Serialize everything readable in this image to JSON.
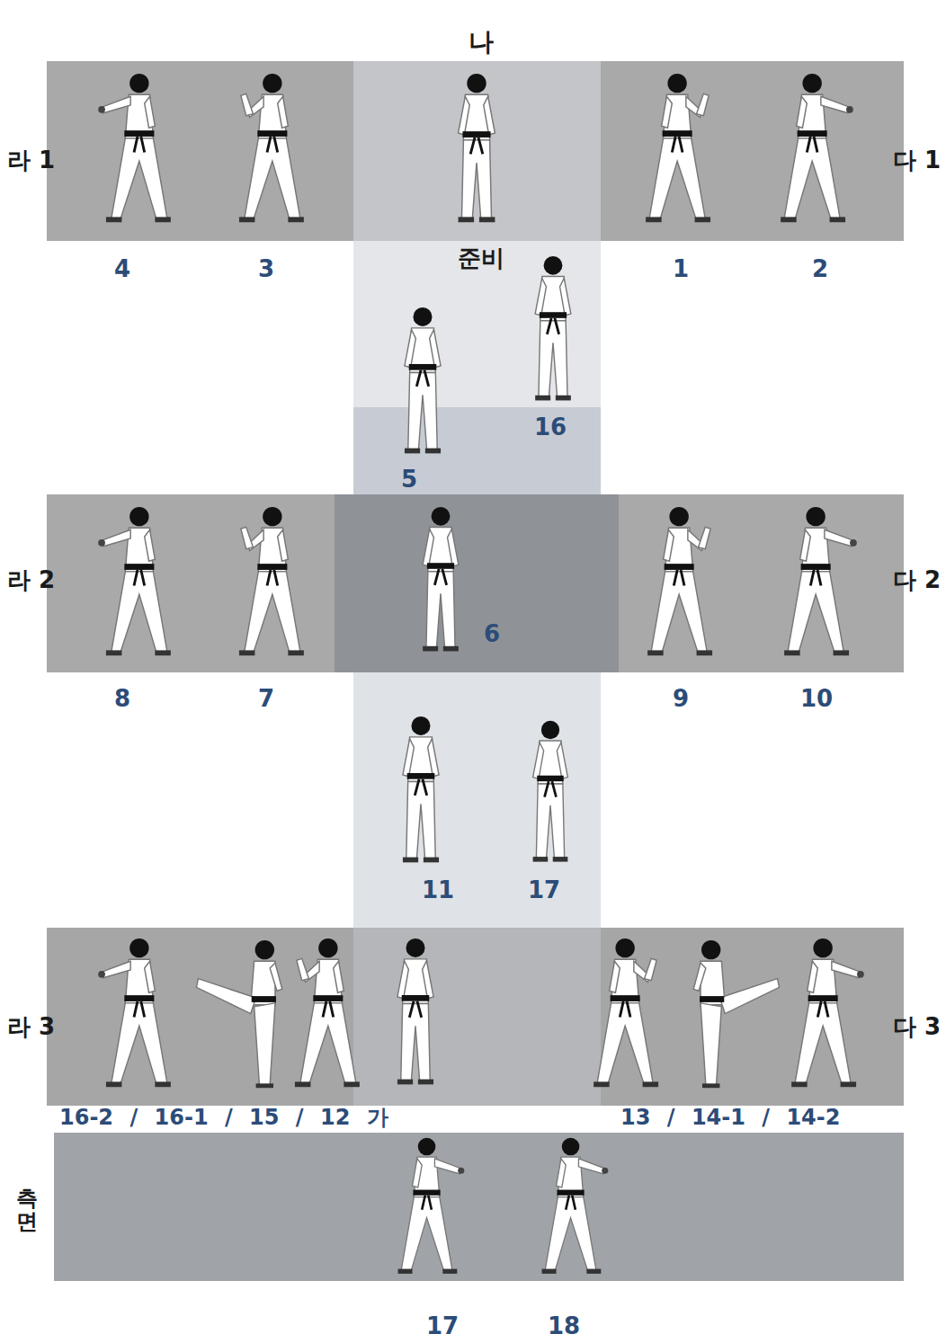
{
  "diagram": {
    "nodes": [
      {
        "text": [
          "나",
          "라 1",
          "다 1"
        ]
      },
      {
        "text": [
          "준비",
          "5",
          "16"
        ]
      },
      {
        "text": [
          "라 2",
          "다 2",
          "6"
        ]
      },
      {
        "text": [
          "11",
          "17"
        ]
      },
      {
        "text": [
          "라 3",
          "다 3"
        ]
      },
      {
        "text": [
          "측면"
        ]
      }
    ],
    "labels": [
      "4",
      "3",
      "1",
      "2",
      "8",
      "7",
      "9",
      "10",
      "16-2 / 16-1 / 15 / 12 가",
      "13 / 14-1 / 14-2",
      "17",
      "18"
    ]
  }
}
